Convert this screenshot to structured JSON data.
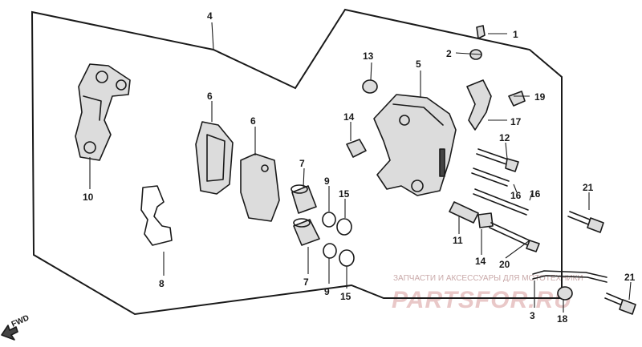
{
  "callouts": {
    "c1": "1",
    "c2": "2",
    "c3": "3",
    "c4": "4",
    "c5": "5",
    "c6a": "6",
    "c6b": "6",
    "c7a": "7",
    "c7b": "7",
    "c8": "8",
    "c9a": "9",
    "c9b": "9",
    "c10": "10",
    "c11": "11",
    "c12": "12",
    "c13": "13",
    "c14a": "14",
    "c14b": "14",
    "c15a": "15",
    "c15b": "15",
    "c16a": "16",
    "c16b": "16",
    "c17": "17",
    "c18": "18",
    "c19": "19",
    "c20": "20",
    "c21a": "21",
    "c21b": "21"
  },
  "direction_label": "FWD",
  "watermark": {
    "caption": "ЗАПЧАСТИ И АКСЕССУАРЫ ДЛЯ МОТОТЕХНИКИ",
    "brand": "PARTSFOR.RU"
  }
}
